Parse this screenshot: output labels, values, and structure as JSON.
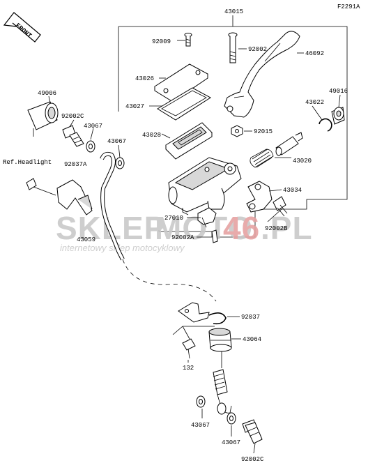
{
  "diagram_code": "F2291A",
  "front_label": "FRONT",
  "watermark": {
    "text_a": "SKLEP",
    "text_b": "MOTO",
    "text_c": "46",
    "text_d": ".PL",
    "subtitle": "internetowy sklep motocyklowy",
    "color_gray": "#c9c9c9",
    "color_red": "#e6a3a3"
  },
  "parts": {
    "p43015": "43015",
    "p92009": "92009",
    "p92002": "92002",
    "p46092": "46092",
    "p43026": "43026",
    "p43027": "43027",
    "p49006": "49006",
    "p49016": "49016",
    "p43022": "43022",
    "p92002c_top": "92002C",
    "p43067_a": "43067",
    "p43028": "43028",
    "p92015": "92015",
    "p43067_b": "43067",
    "ref_headlight": "Ref.Headlight",
    "p92037a": "92037A",
    "p43020": "43020",
    "p43034": "43034",
    "p27010": "27010",
    "p92002b": "92002B",
    "p92002a": "92002A",
    "p43059": "43059",
    "p92037": "92037",
    "p43064": "43064",
    "p132": "132",
    "p43067_c": "43067",
    "p43067_d": "43067",
    "p92002c_bot": "92002C"
  }
}
